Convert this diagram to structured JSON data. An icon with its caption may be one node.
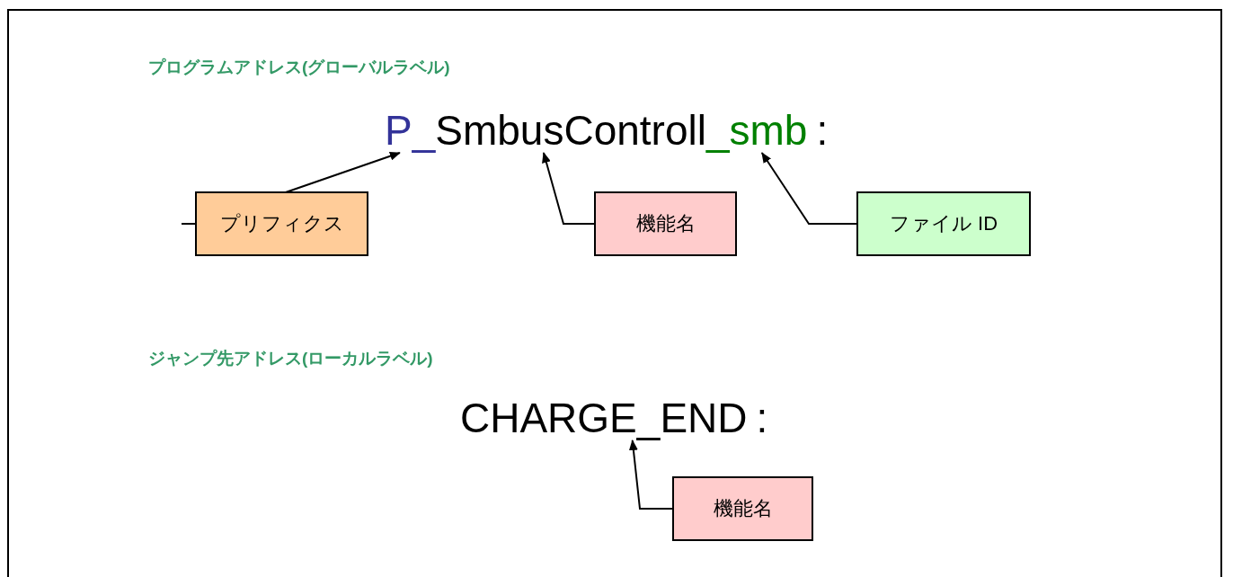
{
  "diagram": {
    "nodes": [
      {
        "text": [
          "P_"
        ]
      },
      {
        "text": [
          "SmbusControll"
        ]
      },
      {
        "text": [
          "_smb"
        ]
      },
      {
        "text": [
          "プリフィクス"
        ]
      },
      {
        "text": [
          "機能名"
        ]
      },
      {
        "text": [
          "ファイル ID"
        ]
      },
      {
        "text": [
          "CHARGE_END"
        ]
      },
      {
        "text": [
          "機能名"
        ]
      }
    ],
    "edges": [
      {
        "from": 3,
        "to": 0,
        "arrow": "to"
      },
      {
        "from": 4,
        "to": 1,
        "arrow": "to"
      },
      {
        "from": 5,
        "to": 2,
        "arrow": "to"
      },
      {
        "from": 7,
        "to": 6,
        "arrow": "to"
      }
    ],
    "labels": [
      "プログラムアドレス(グローバルラベル)",
      ":",
      "ジャンプ先アドレス(ローカルラベル)",
      ":"
    ]
  }
}
